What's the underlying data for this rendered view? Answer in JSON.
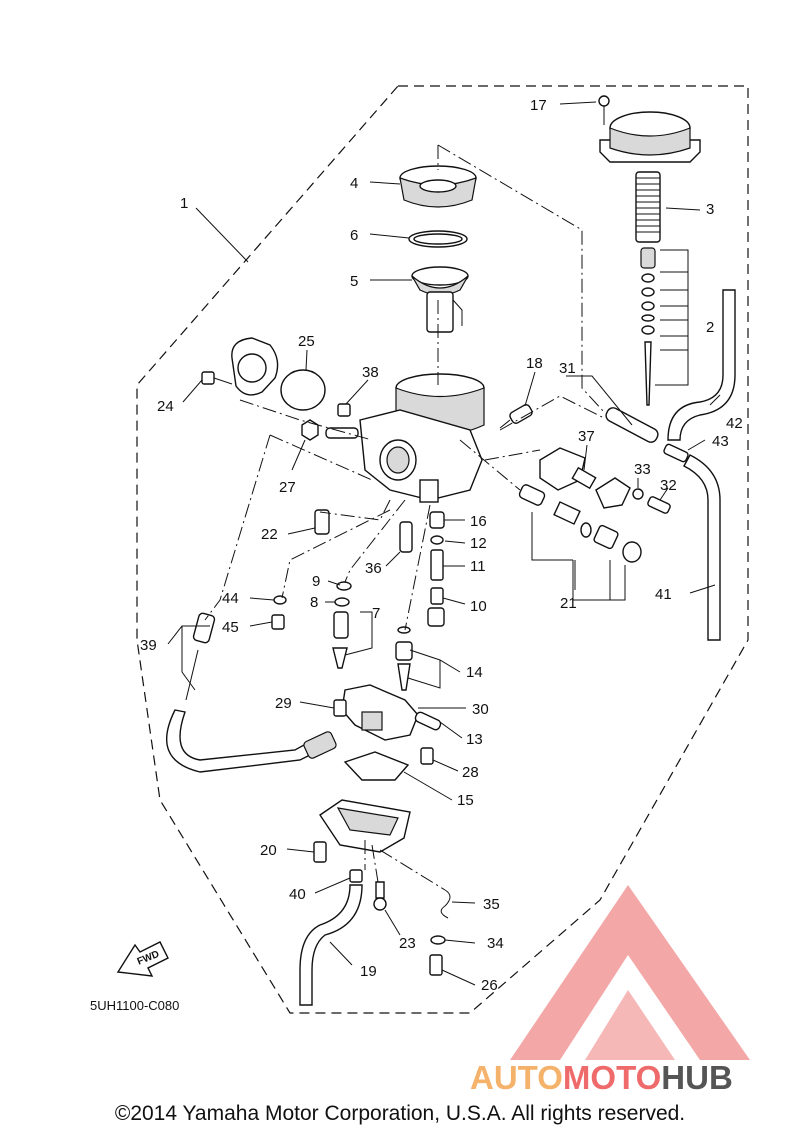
{
  "drawing_code": "5UH1100-C080",
  "copyright": "©2014 Yamaha Motor Corporation, U.S.A. All rights reserved.",
  "fwd_label": "FWD",
  "watermark": {
    "part1": "AUTO",
    "part2": "MOTO",
    "part3": "HUB",
    "color1": "#f5b26b",
    "color2": "#ef6a6a",
    "color3": "#555555"
  },
  "callouts": {
    "c1": "1",
    "c2": "2",
    "c3": "3",
    "c4": "4",
    "c5": "5",
    "c6": "6",
    "c7": "7",
    "c8": "8",
    "c9": "9",
    "c10": "10",
    "c11": "11",
    "c12": "12",
    "c13": "13",
    "c14": "14",
    "c15": "15",
    "c16": "16",
    "c17": "17",
    "c18": "18",
    "c19": "19",
    "c20": "20",
    "c21": "21",
    "c22": "22",
    "c23": "23",
    "c24": "24",
    "c25": "25",
    "c26": "26",
    "c27": "27",
    "c28": "28",
    "c29": "29",
    "c30": "30",
    "c31": "31",
    "c32": "32",
    "c33": "33",
    "c34": "34",
    "c35": "35",
    "c36": "36",
    "c37": "37",
    "c38": "38",
    "c39": "39",
    "c40": "40",
    "c41": "41",
    "c42": "42",
    "c43": "43",
    "c44": "44",
    "c45": "45"
  }
}
